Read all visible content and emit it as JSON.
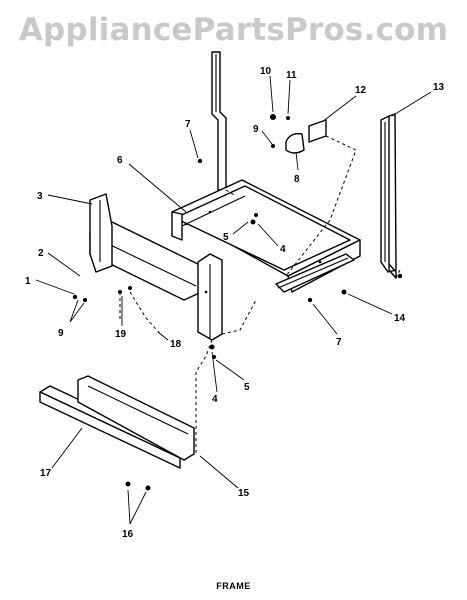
{
  "watermark": "AppliancePartsPros.com",
  "caption": "FRAME",
  "callouts": [
    {
      "id": "c1",
      "text": "1"
    },
    {
      "id": "c2",
      "text": "2"
    },
    {
      "id": "c3",
      "text": "3"
    },
    {
      "id": "c4a",
      "text": "4"
    },
    {
      "id": "c4b",
      "text": "4"
    },
    {
      "id": "c5a",
      "text": "5"
    },
    {
      "id": "c5b",
      "text": "5"
    },
    {
      "id": "c6",
      "text": "6"
    },
    {
      "id": "c7a",
      "text": "7"
    },
    {
      "id": "c7b",
      "text": "7"
    },
    {
      "id": "c8",
      "text": "8"
    },
    {
      "id": "c9a",
      "text": "9"
    },
    {
      "id": "c9b",
      "text": "9"
    },
    {
      "id": "c10",
      "text": "10"
    },
    {
      "id": "c11",
      "text": "11"
    },
    {
      "id": "c12",
      "text": "12"
    },
    {
      "id": "c13",
      "text": "13"
    },
    {
      "id": "c14",
      "text": "14"
    },
    {
      "id": "c15",
      "text": "15"
    },
    {
      "id": "c16",
      "text": "16"
    },
    {
      "id": "c17",
      "text": "17"
    },
    {
      "id": "c18",
      "text": "18"
    },
    {
      "id": "c19",
      "text": "19"
    }
  ]
}
